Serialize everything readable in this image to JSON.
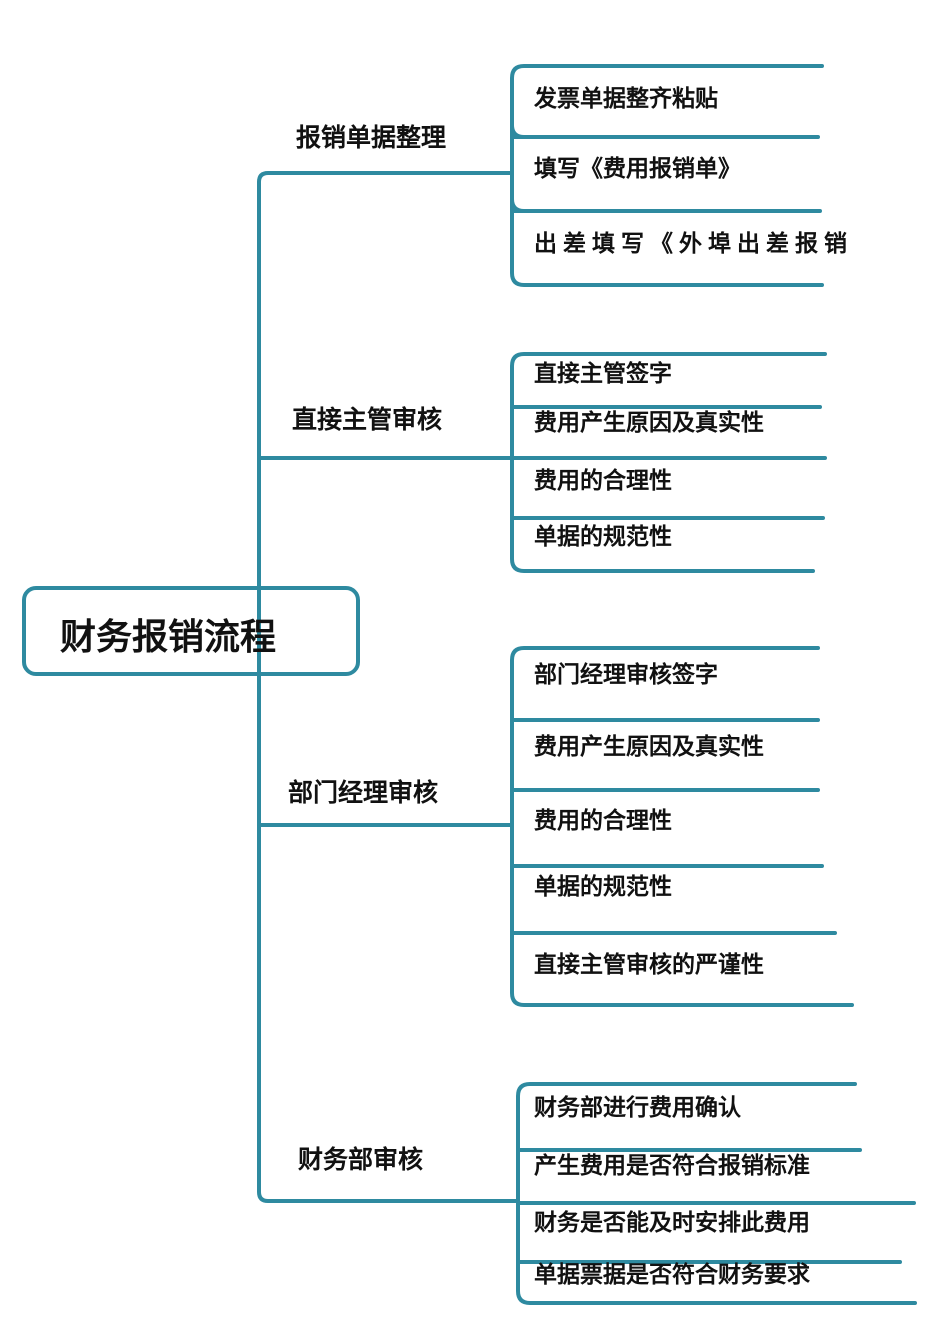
{
  "title": "财务报销流程",
  "colors": {
    "line": "#2e8aa0",
    "text": "#111111"
  },
  "branches": [
    {
      "label": "报销单据整理",
      "items": [
        "发票单据整齐粘贴",
        "填写《费用报销单》",
        "出差填写《外埠出差报销单》"
      ]
    },
    {
      "label": "直接主管审核",
      "items": [
        "直接主管签字",
        "费用产生原因及真实性",
        "费用的合理性",
        "单据的规范性"
      ]
    },
    {
      "label": "部门经理审核",
      "items": [
        "部门经理审核签字",
        "费用产生原因及真实性",
        "费用的合理性",
        "单据的规范性",
        "直接主管审核的严谨性"
      ]
    },
    {
      "label": "财务部审核",
      "items": [
        "财务部进行费用确认",
        "产生费用是否符合报销标准",
        "财务是否能及时安排此费用",
        "单据票据是否符合财务要求"
      ]
    }
  ]
}
